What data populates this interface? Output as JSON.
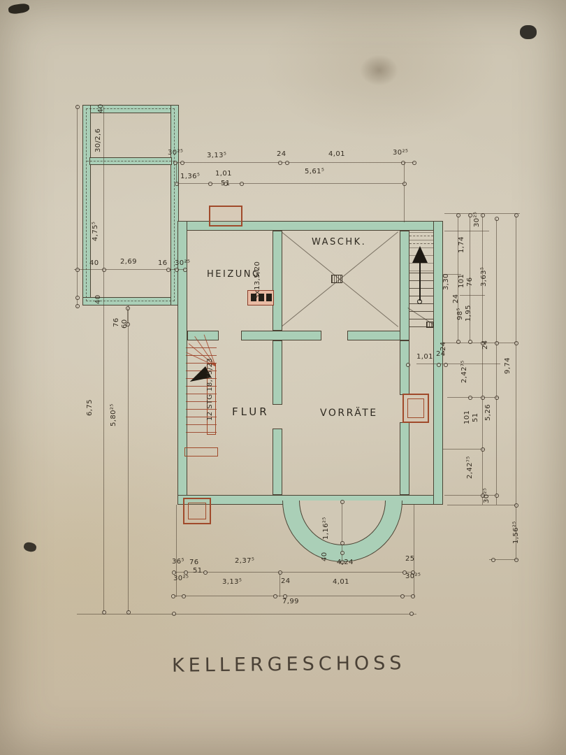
{
  "title": "KELLERGESCHOSS",
  "rooms": {
    "heizung": "HEIZUNG",
    "waschk": "WASCHK.",
    "flur": "FLUR",
    "vorraete": "VORRÄTE"
  },
  "annotations": {
    "chimney": "3x13,5/20",
    "stairs_left": "12 STG 18,75/23"
  },
  "colors": {
    "wall_green": "#aacfb7",
    "markup_red": "#a04a2b",
    "paper": "#d0c8b5",
    "ink": "#332b20"
  },
  "dims": {
    "t1_1": "30²⁵",
    "t1_2": "3,13⁵",
    "t1_3": "24",
    "t1_4": "4,01",
    "t1_5": "30²⁵",
    "t2_1": "1,36⁵",
    "t2_2": "1,01",
    "t2_3": "51",
    "t2_4": "5,61⁵",
    "g_1": "40",
    "g_2": "30/2,6",
    "g_3": "4,75⁵",
    "g_4": "40",
    "g_5": "2,69",
    "g_6": "16",
    "g_7": "30²⁵",
    "g_8": "40",
    "g_9": "76",
    "g_10": "60",
    "l_1": "6,75",
    "l_2": "5,80²⁵",
    "r_1": "30²⁵",
    "r_2": "1,74",
    "r_3": "3,30",
    "r_4": "101",
    "r_5": "76",
    "r_6": "3,63⁵",
    "r_7": "98⁵",
    "r_8": "24",
    "r_9": "1,95",
    "r_10": "24",
    "r_11": "24",
    "r_12": "2,42⁷⁵",
    "r_13": "9,74",
    "r_14": "5,26",
    "r_15": "101",
    "r_16": "51",
    "r_17": "2,42⁷⁵",
    "r_18": "30²⁵",
    "r_19": "1,56²⁵",
    "m_1": "1,01",
    "m_2": "24",
    "m_3": "1,16²⁵",
    "m_4": "40",
    "b1_1": "36⁵",
    "b1_2": "76",
    "b1_3": "51",
    "b1_4": "2,37⁵",
    "b1_5": "4,24",
    "b1_6": "25",
    "b2_1": "30²⁵",
    "b2_2": "3,13⁵",
    "b2_3": "24",
    "b2_4": "4,01",
    "b2_5": "30²⁵",
    "b3_1": "7,99"
  }
}
